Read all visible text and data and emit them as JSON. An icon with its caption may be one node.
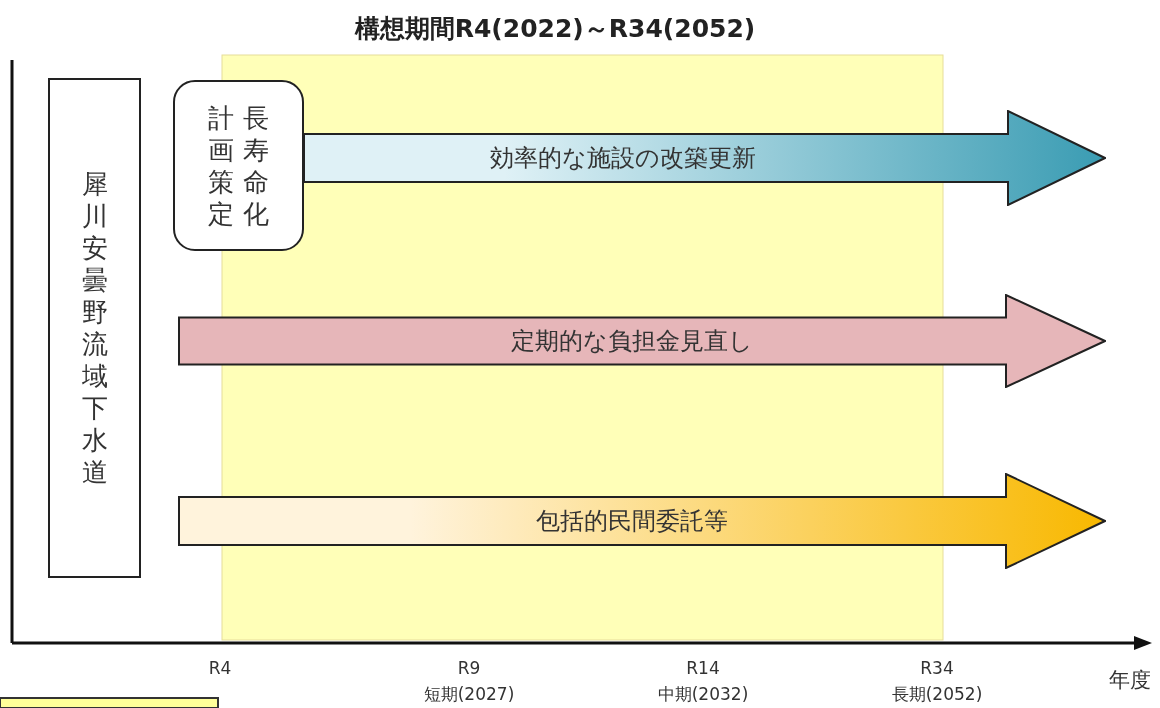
{
  "diagram": {
    "title": "構想期間R4(2022)～R34(2052)",
    "nodes": [
      {
        "text": [
          "犀川安曇野流域下水道"
        ]
      },
      {
        "text": [
          "長寿命化計画策定"
        ]
      },
      {
        "text": [
          "効率的な施設の改築更新"
        ]
      },
      {
        "text": [
          "定期的な負担金見直し"
        ]
      },
      {
        "text": [
          "包括的民間委託等"
        ]
      }
    ],
    "labels": [
      "R4",
      "R9",
      "短期(2027)",
      "R14",
      "中期(2032)",
      "R34",
      "長期(2052)",
      "年度"
    ]
  }
}
